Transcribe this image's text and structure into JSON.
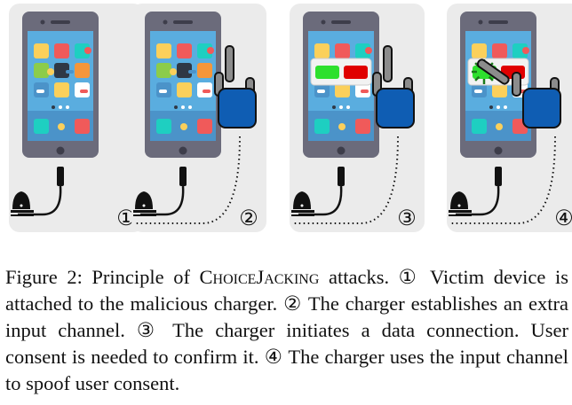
{
  "figure": {
    "panels": [
      {
        "step": "①",
        "state": "victim-attached",
        "hand": false,
        "dialog": false,
        "touch": false,
        "input_channel": false
      },
      {
        "step": "②",
        "state": "input-channel",
        "hand": true,
        "dialog": false,
        "touch": false,
        "input_channel": true
      },
      {
        "step": "③",
        "state": "consent-dialog",
        "hand": true,
        "dialog": true,
        "touch": false,
        "input_channel": true
      },
      {
        "step": "④",
        "state": "spoof-consent",
        "hand": true,
        "dialog": true,
        "touch": true,
        "input_channel": true
      }
    ],
    "colors": {
      "phone_body": "#6b6b7b",
      "screen": "#5aaddf",
      "dock": "#4b93c9",
      "hand_blue": "#0f5db3",
      "finger_gray": "#8c8c8c",
      "accept_green": "#2ee02e",
      "deny_red": "#e00000",
      "panel_bg": "#ebebeb"
    }
  },
  "caption": {
    "label": "Figure 2: Principle of ",
    "attack_name": "ChoiceJacking",
    "rest": " attacks. ① Victim device is attached to the malicious charger. ② The charger establishes an extra input channel. ③ The charger initiates a data connection. User consent is needed to confirm it. ④ The charger uses the input channel to spoof user consent."
  }
}
